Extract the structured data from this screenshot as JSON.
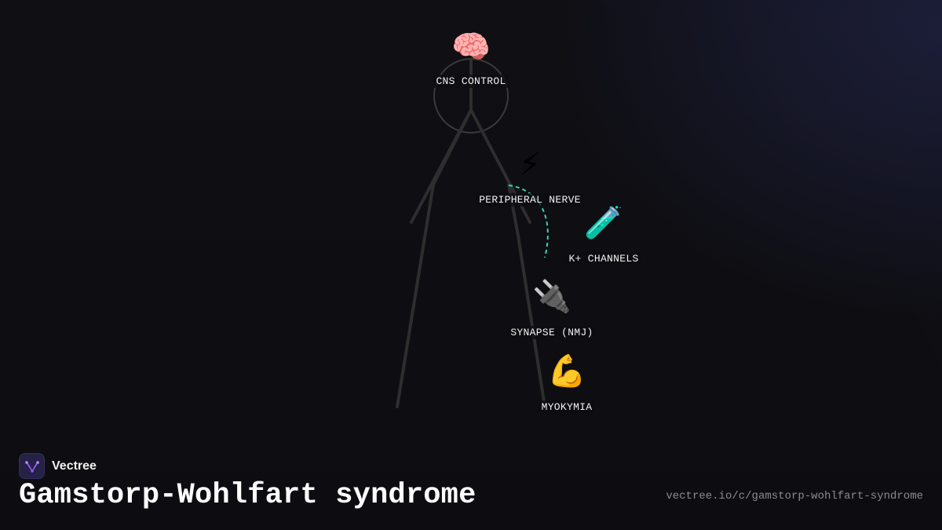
{
  "diagram": {
    "nodes": [
      {
        "id": "cns",
        "icon": "brain-icon",
        "glyph": "🧠",
        "label": "CNS CONTROL"
      },
      {
        "id": "nerve",
        "icon": "lightning-icon",
        "glyph": "⚡",
        "label": "PERIPHERAL NERVE"
      },
      {
        "id": "channels",
        "icon": "test-tube-icon",
        "glyph": "🧪",
        "label": "K+ CHANNELS"
      },
      {
        "id": "synapse",
        "icon": "plug-icon",
        "glyph": "🔌",
        "label": "SYNAPSE (NMJ)"
      },
      {
        "id": "muscle",
        "icon": "flexed-arm-icon",
        "glyph": "💪",
        "label": "MYOKYMIA"
      }
    ],
    "colors": {
      "figure_stroke": "#2e2e2e",
      "signal_path": "#2fd8b0",
      "label_text": "#f2f2f2"
    }
  },
  "brand": {
    "name": "Vectree",
    "logo_icon": "vectree-logo-icon",
    "logo_color": "#9b5cff"
  },
  "title": "Gamstorp-Wohlfart syndrome",
  "url": "vectree.io/c/gamstorp-wohlfart-syndrome"
}
